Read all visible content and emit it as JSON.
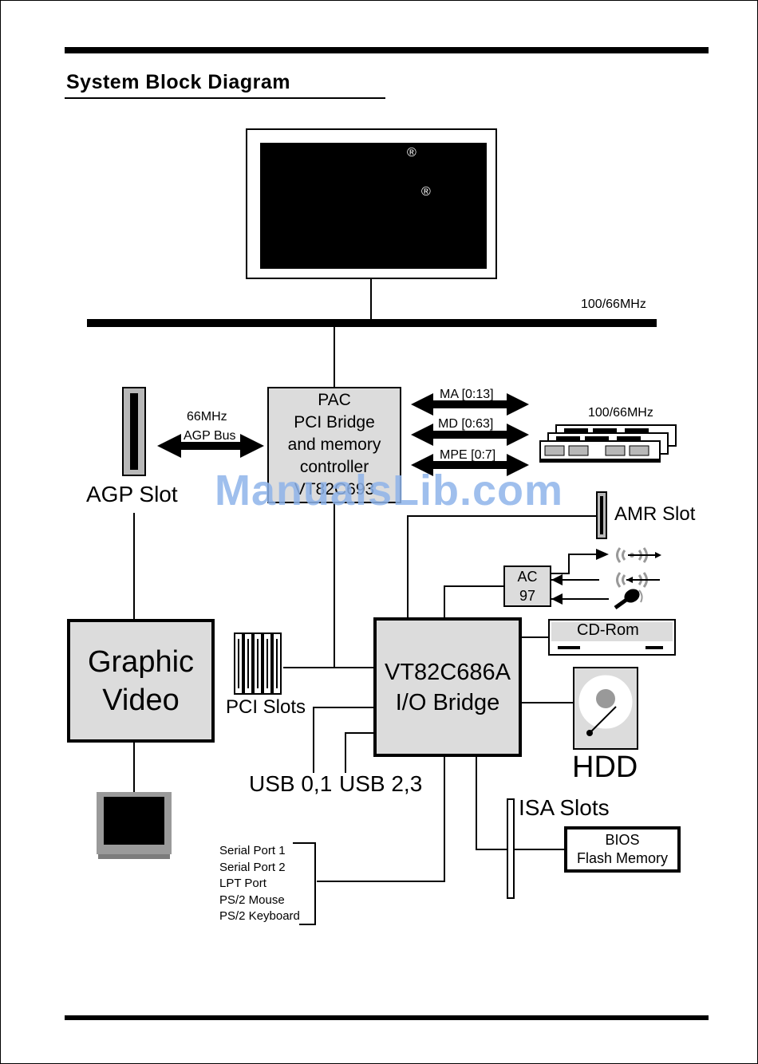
{
  "heading": "System Block Diagram",
  "cpu": {
    "reg_mark_1": "®",
    "reg_mark_2": "®"
  },
  "host_bus": {
    "speed": "100/66MHz"
  },
  "north_bridge": {
    "line1": "PAC",
    "line2": "PCI Bridge",
    "line3": "and memory",
    "line4": "controller",
    "line5": "VT82C693"
  },
  "agp": {
    "freq": "66MHz",
    "bus": "AGP Bus",
    "slot": "AGP Slot"
  },
  "memory": {
    "ma": "MA [0:13]",
    "md": "MD [0:63]",
    "mpe": "MPE [0:7]",
    "speed": "100/66MHz"
  },
  "amr": {
    "label": "AMR Slot"
  },
  "ac97": {
    "line1": "AC",
    "line2": "97"
  },
  "graphic": {
    "line1": "Graphic",
    "line2": "Video"
  },
  "pci_slots": {
    "label": "PCI Slots"
  },
  "south_bridge": {
    "line1": "VT82C686A",
    "line2": "I/O Bridge"
  },
  "cdrom": {
    "label": "CD-Rom"
  },
  "hdd": {
    "label": "HDD"
  },
  "usb": {
    "a": "USB 0,1",
    "b": "USB 2,3"
  },
  "isa": {
    "label": "ISA Slots"
  },
  "bios": {
    "line1": "BIOS",
    "line2": "Flash Memory"
  },
  "io_ports": [
    "Serial Port 1",
    "Serial Port 2",
    "LPT Port",
    "PS/2 Mouse",
    "PS/2 Keyboard"
  ],
  "watermark": "ManualsLib.com"
}
